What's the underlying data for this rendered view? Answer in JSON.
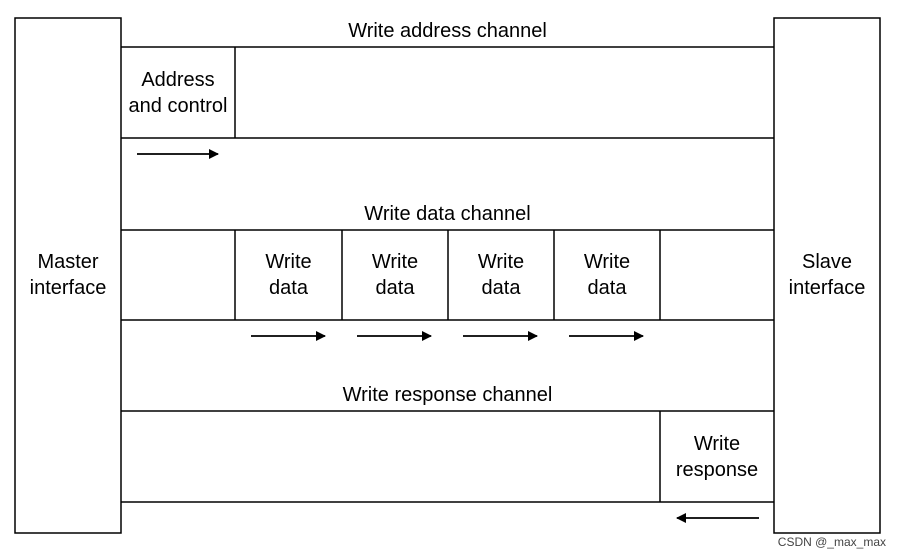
{
  "master": {
    "line1": "Master",
    "line2": "interface"
  },
  "slave": {
    "line1": "Slave",
    "line2": "interface"
  },
  "channels": {
    "write_address": {
      "title": "Write address channel",
      "cell": {
        "line1": "Address",
        "line2": "and control"
      }
    },
    "write_data": {
      "title": "Write data channel",
      "cells": [
        {
          "line1": "Write",
          "line2": "data"
        },
        {
          "line1": "Write",
          "line2": "data"
        },
        {
          "line1": "Write",
          "line2": "data"
        },
        {
          "line1": "Write",
          "line2": "data"
        }
      ]
    },
    "write_response": {
      "title": "Write response channel",
      "cell": {
        "line1": "Write",
        "line2": "response"
      }
    }
  },
  "watermark": "CSDN @_max_max"
}
